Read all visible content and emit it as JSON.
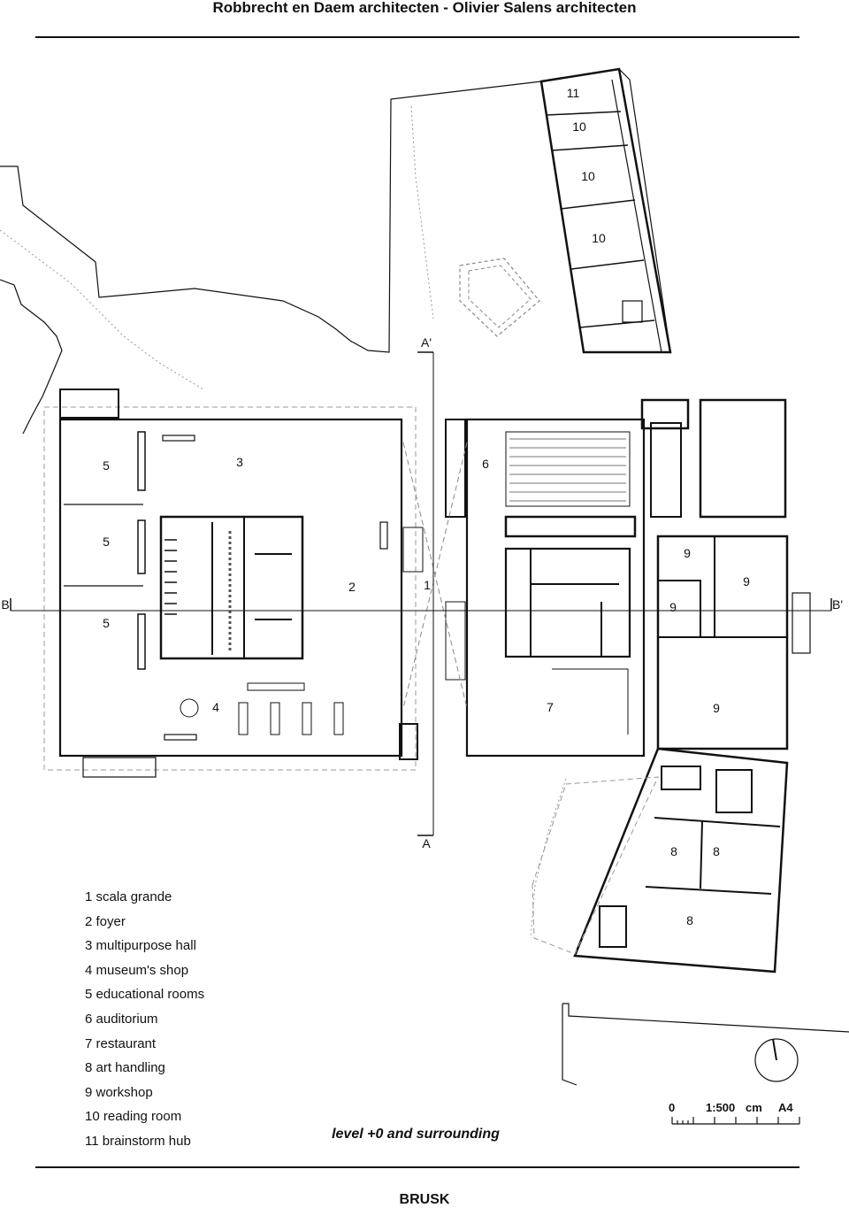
{
  "header": {
    "title": "Robbrecht en Daem architecten - Olivier Salens architecten"
  },
  "footer": {
    "brand": "BRUSK"
  },
  "plan": {
    "caption": "level +0 and surrounding",
    "section_markers": {
      "a_top": "A'",
      "a_bottom": "A",
      "b_left": "B",
      "b_right": "B'"
    },
    "scale": {
      "zero": "0",
      "ratio": "1:500",
      "unit": "cm",
      "paper": "A4"
    },
    "rooms": {
      "r1": "1",
      "r2": "2",
      "r3": "3",
      "r4": "4",
      "r5a": "5",
      "r5b": "5",
      "r5c": "5",
      "r6": "6",
      "r7": "7",
      "r8a": "8",
      "r8b": "8",
      "r8c": "8",
      "r9a": "9",
      "r9b": "9",
      "r9c": "9",
      "r9d": "9",
      "r10a": "10",
      "r10b": "10",
      "r10c": "10",
      "r11": "11"
    }
  },
  "legend": [
    "1 scala grande",
    "2 foyer",
    "3 multipurpose hall",
    "4 museum's shop",
    "5 educational rooms",
    "6 auditorium",
    "7 restaurant",
    "8 art handling",
    "9 workshop",
    "10 reading room",
    "11 brainstorm hub"
  ]
}
